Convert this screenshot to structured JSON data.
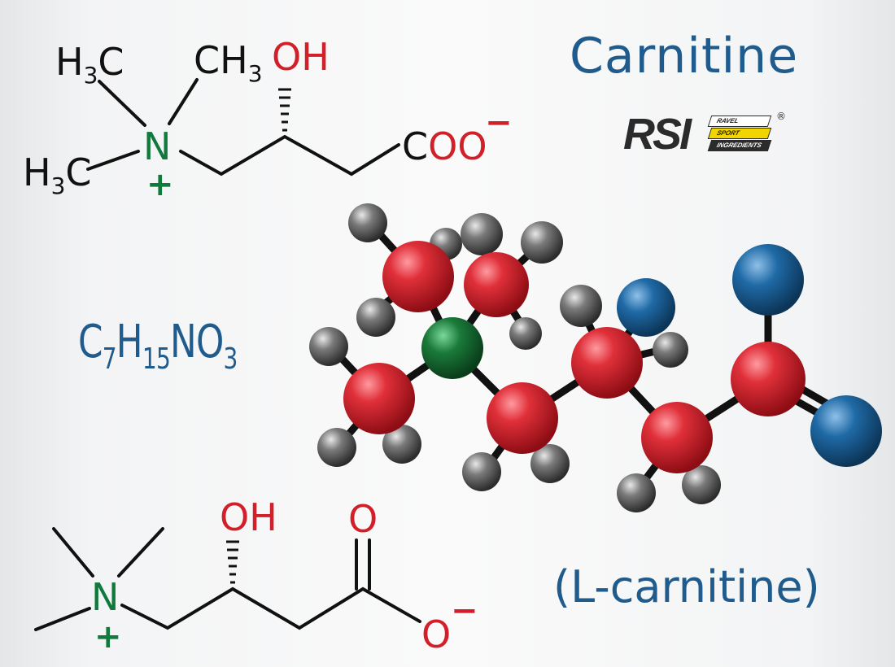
{
  "title": "Carnitine",
  "subtitle": "(L-carnitine)",
  "formula": {
    "c": "C",
    "c_sub": "7",
    "h": "H",
    "h_sub": "15",
    "n": "N",
    "o": "O",
    "o_sub": "3"
  },
  "logo": {
    "text": "RSI",
    "line1": "RAVEL",
    "line2": "SPORT",
    "line3": "INGREDIENTS",
    "reg": "®"
  },
  "structure_top": {
    "h3c_1": "H",
    "h3c_1_sub": "3",
    "h3c_1_c": "C",
    "ch3": "CH",
    "ch3_sub": "3",
    "oh": "OH",
    "h3c_2": "H",
    "h3c_2_sub": "3",
    "h3c_2_c": "C",
    "n": "N",
    "plus": "+",
    "coo_c": "C",
    "coo_o": "OO",
    "minus": "−"
  },
  "structure_bottom": {
    "oh": "OH",
    "o_double": "O",
    "o_minus": "O",
    "minus": "−",
    "n": "N",
    "plus": "+"
  },
  "colors": {
    "title_blue": "#1f5b8c",
    "oxygen_red": "#d2202a",
    "nitrogen_green": "#0f7a3c",
    "carbon_red_ball": "#d8262e",
    "hydrogen_gray": "#6a6a6a",
    "oxygen_blue_ball": "#1f5b8c",
    "nitrogen_green_ball": "#1a7a3a",
    "logo_yellow": "#f2d400"
  }
}
